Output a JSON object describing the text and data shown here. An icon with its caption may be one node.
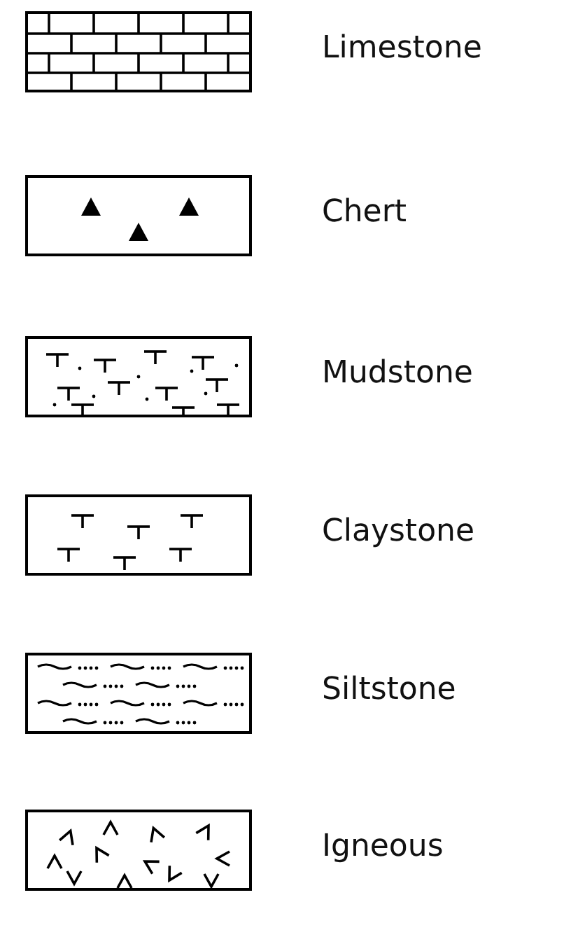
{
  "diagram": {
    "legend": [
      {
        "text": "Limestone"
      },
      {
        "text": "Chert"
      },
      {
        "text": "Mudstone"
      },
      {
        "text": "Claystone"
      },
      {
        "text": "Siltstone"
      },
      {
        "text": "Igneous"
      }
    ]
  }
}
